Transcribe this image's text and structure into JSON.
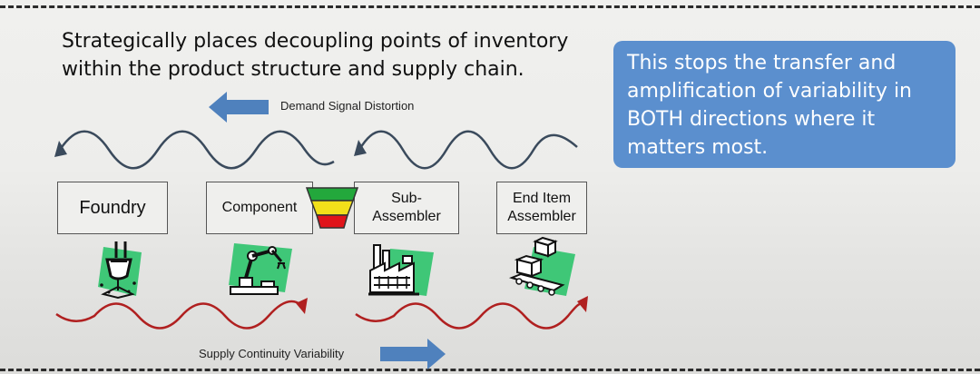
{
  "headline": {
    "line1": "Strategically places decoupling points of inventory",
    "line2": "within the product structure and supply chain."
  },
  "callout": {
    "line1": "This stops the transfer and",
    "line2": "amplification of variability in",
    "line3": "BOTH directions where it",
    "line4": "matters most."
  },
  "flows": {
    "demand_label": "Demand Signal Distortion",
    "supply_label": "Supply Continuity Variability"
  },
  "nodes": [
    {
      "line1": "Foundry",
      "line2": ""
    },
    {
      "line1": "Component",
      "line2": ""
    },
    {
      "line1": "Sub-",
      "line2": "Assembler"
    },
    {
      "line1": "End Item",
      "line2": "Assembler"
    }
  ],
  "colors": {
    "arrow_blue": "#4f81bd",
    "demand_wave": "#3a4a5c",
    "supply_wave": "#b02020",
    "callout_bg": "#5b8fce",
    "buffer_red": "#e0141a",
    "buffer_yellow": "#f2e01a",
    "buffer_green": "#23a83c",
    "icon_green": "#2cc36b"
  },
  "icons": [
    "ladle-icon",
    "robot-arm-icon",
    "factory-icon",
    "conveyor-boxes-icon"
  ]
}
